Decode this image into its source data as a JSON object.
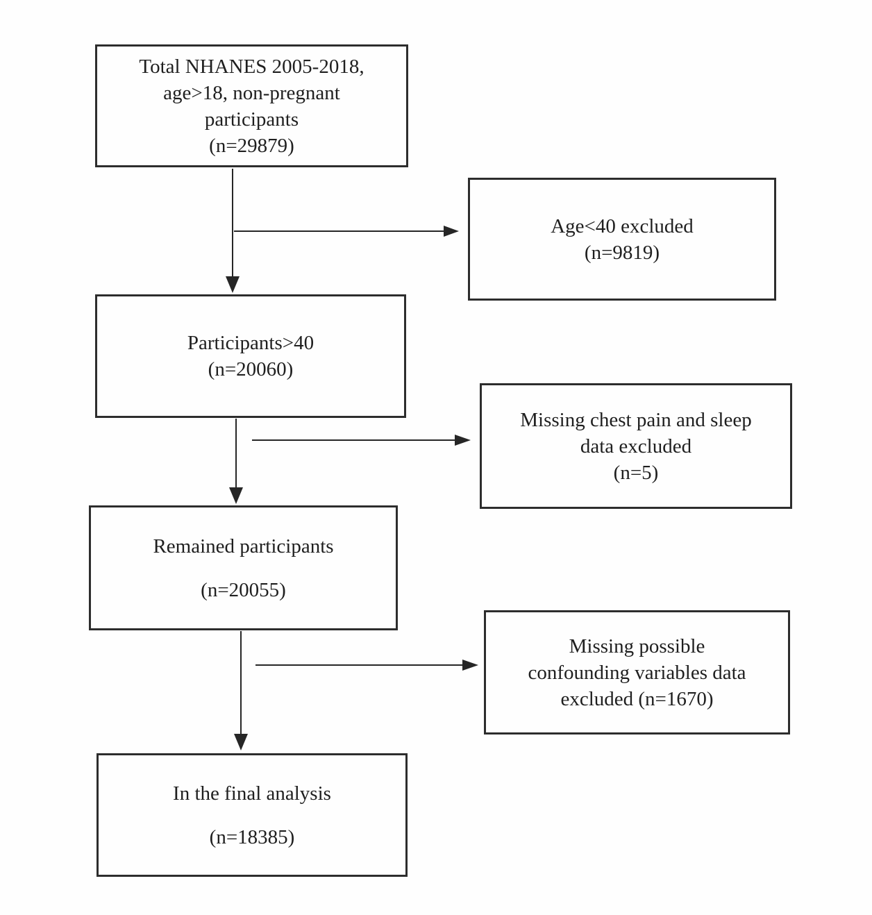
{
  "page": {
    "background_color": "#fefefe",
    "ink_color": "#1f1f1f",
    "box_border_color": "#2d2d2d"
  },
  "flowchart": {
    "main_boxes": [
      {
        "name": "total-population",
        "count": 29879,
        "lines": [
          "Total NHANES 2005-2018,",
          "age>18, non-pregnant",
          "participants",
          "(n=29879)"
        ]
      },
      {
        "name": "participants-over-40",
        "count": 20060,
        "lines": [
          "Participants>40",
          "(n=20060)"
        ]
      },
      {
        "name": "remained-participants",
        "count": 20055,
        "lines": [
          "Remained participants",
          "(n=20055)"
        ]
      },
      {
        "name": "final-analysis",
        "count": 18385,
        "lines": [
          "In the final analysis",
          "(n=18385)"
        ]
      }
    ],
    "exclusion_boxes": [
      {
        "name": "age-under-40-excluded",
        "count": 9819,
        "lines": [
          "Age<40 excluded",
          "(n=9819)"
        ]
      },
      {
        "name": "missing-chest-pain-sleep-excluded",
        "count": 5,
        "lines": [
          "Missing chest pain and sleep",
          "data excluded",
          "(n=5)"
        ]
      },
      {
        "name": "missing-confounding-variables-excluded",
        "count": 1670,
        "lines": [
          "Missing possible",
          "confounding variables data",
          "excluded (n=1670)"
        ]
      }
    ],
    "arrows": [
      {
        "from": "total-population",
        "to": "participants-over-40",
        "direction": "down"
      },
      {
        "from": "total-population",
        "to": "age-under-40-excluded",
        "direction": "right"
      },
      {
        "from": "participants-over-40",
        "to": "remained-participants",
        "direction": "down"
      },
      {
        "from": "participants-over-40",
        "to": "missing-chest-pain-sleep-excluded",
        "direction": "right"
      },
      {
        "from": "remained-participants",
        "to": "final-analysis",
        "direction": "down"
      },
      {
        "from": "remained-participants",
        "to": "missing-confounding-variables-excluded",
        "direction": "right"
      }
    ]
  }
}
